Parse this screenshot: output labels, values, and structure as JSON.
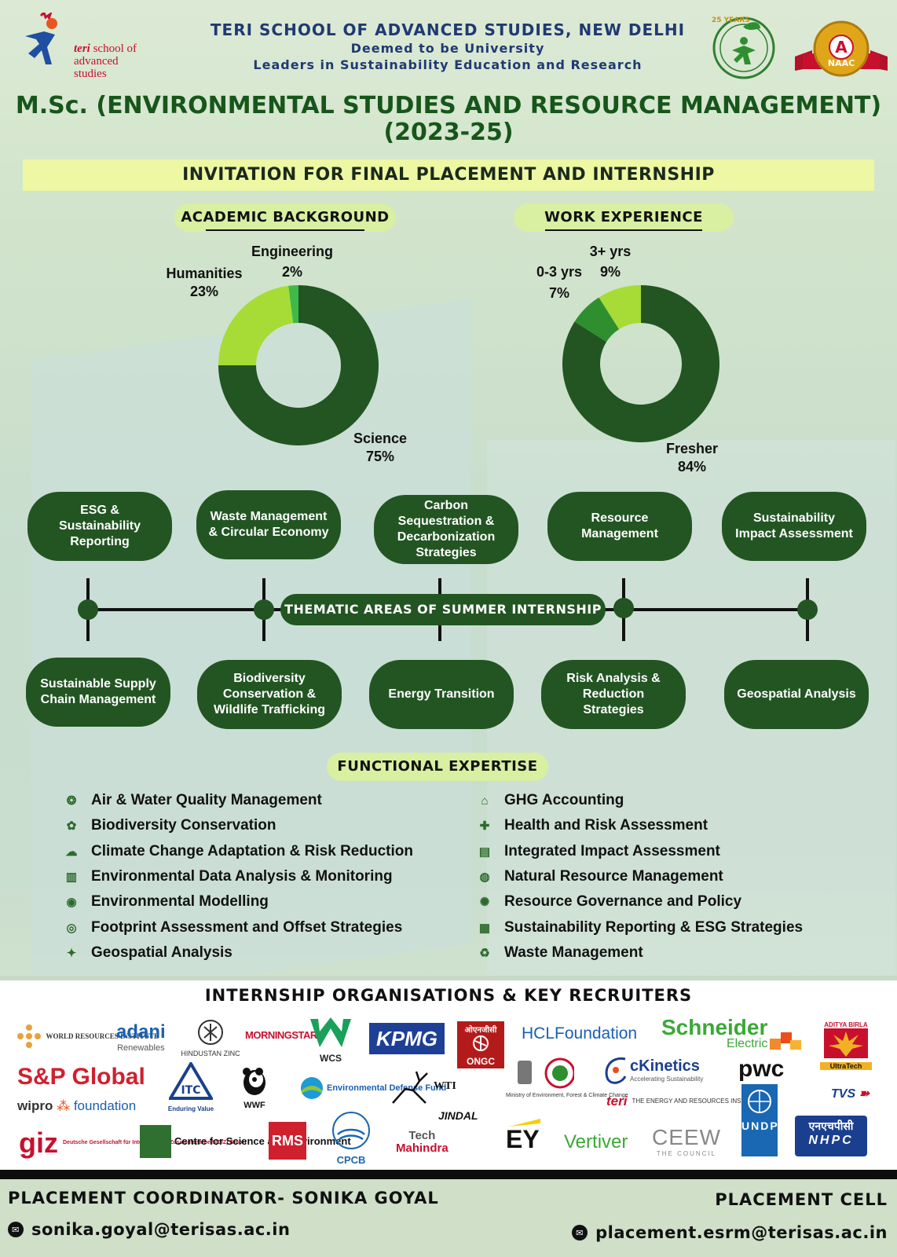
{
  "header": {
    "logo_left_text_1": "teri",
    "logo_left_text_2": "school of",
    "logo_left_text_3": "advanced studies",
    "university": "TERI SCHOOL OF ADVANCED STUDIES, NEW DELHI",
    "deemed": "Deemed to be University",
    "tagline": "Leaders in Sustainability Education and Research",
    "anniversary_logo_text": "25 YEARS",
    "naac_grade": "A",
    "naac_label": "NAAC"
  },
  "title": {
    "line1": "M.Sc. (ENVIRONMENTAL STUDIES AND RESOURCE MANAGEMENT)",
    "line2": "(2023-25)"
  },
  "invitation": "INVITATION FOR FINAL PLACEMENT AND INTERNSHIP",
  "academic": {
    "heading": "ACADEMIC BACKGROUND",
    "labels": {
      "engineering": "Engineering",
      "engineering_pct": "2%",
      "humanities": "Humanities",
      "humanities_pct": "23%",
      "science": "Science",
      "science_pct": "75%"
    }
  },
  "work": {
    "heading": "WORK EXPERIENCE",
    "labels": {
      "senior": "3+ yrs",
      "senior_pct": "9%",
      "junior": "0-3 yrs",
      "junior_pct": "7%",
      "fresher": "Fresher",
      "fresher_pct": "84%"
    }
  },
  "chart_data": [
    {
      "type": "pie",
      "title": "ACADEMIC BACKGROUND",
      "categories": [
        "Science",
        "Humanities",
        "Engineering"
      ],
      "values": [
        75,
        23,
        2
      ],
      "colors": [
        "#225522",
        "#a6dc35",
        "#3fb94a"
      ]
    },
    {
      "type": "pie",
      "title": "WORK EXPERIENCE",
      "categories": [
        "Fresher",
        "0-3 yrs",
        "3+ yrs"
      ],
      "values": [
        84,
        7,
        9
      ],
      "colors": [
        "#225522",
        "#2f8f2f",
        "#a6dc35"
      ]
    }
  ],
  "themes": {
    "top": [
      "ESG & Sustainability Reporting",
      "Waste Management & Circular Economy",
      "Carbon Sequestration & Decarbonization Strategies",
      "Resource Management",
      "Sustainability Impact Assessment"
    ],
    "bottom": [
      "Sustainable Supply Chain Management",
      "Biodiversity Conservation & Wildlife Trafficking",
      "Energy Transition",
      "Risk Analysis & Reduction Strategies",
      "Geospatial Analysis"
    ],
    "timeline_title": "THEMATIC AREAS OF SUMMER INTERNSHIP"
  },
  "expertise": {
    "heading": "FUNCTIONAL EXPERTISE",
    "left": [
      {
        "label": "Air & Water Quality Management",
        "icon": "air-water-icon",
        "glyph": "❂"
      },
      {
        "label": "Biodiversity Conservation",
        "icon": "biodiversity-icon",
        "glyph": "✿"
      },
      {
        "label": "Climate Change Adaptation & Risk Reduction",
        "icon": "climate-icon",
        "glyph": "☁"
      },
      {
        "label": "Environmental Data Analysis & Monitoring",
        "icon": "data-analysis-icon",
        "glyph": "▥"
      },
      {
        "label": "Environmental Modelling",
        "icon": "modelling-icon",
        "glyph": "◉"
      },
      {
        "label": "Footprint Assessment and Offset Strategies",
        "icon": "footprint-icon",
        "glyph": "◎"
      },
      {
        "label": "Geospatial Analysis",
        "icon": "map-icon",
        "glyph": "✦"
      }
    ],
    "right": [
      {
        "label": "GHG Accounting",
        "icon": "ghg-icon",
        "glyph": "⌂"
      },
      {
        "label": "Health and Risk Assessment",
        "icon": "health-icon",
        "glyph": "✚"
      },
      {
        "label": "Integrated Impact Assessment",
        "icon": "document-icon",
        "glyph": "▤"
      },
      {
        "label": "Natural Resource Management",
        "icon": "globe-icon",
        "glyph": "◍"
      },
      {
        "label": "Resource Governance and Policy",
        "icon": "governance-icon",
        "glyph": "✺"
      },
      {
        "label": "Sustainability Reporting & ESG Strategies",
        "icon": "report-icon",
        "glyph": "▦"
      },
      {
        "label": "Waste Management",
        "icon": "recycle-icon",
        "glyph": "♻"
      }
    ]
  },
  "recruiters": {
    "heading": "INTERNSHIP ORGANISATIONS & KEY RECRUITERS",
    "logos": {
      "wri": "WORLD RESOURCES INSTITUTE",
      "adani": "adani",
      "adani_sub": "Renewables",
      "hzl": "HINDUSTAN ZINC",
      "morningstar": "MORNINGSTAR",
      "wcs": "WCS",
      "kpmg": "KPMG",
      "ongc_hi": "ओएनजीसी",
      "ongc": "ONGC",
      "hcl": "HCLFoundation",
      "schneider": "Schneider",
      "schneider_sub": "Electric",
      "birla": "ADITYA BIRLA",
      "ultratech": "UltraTech",
      "sp": "S&P Global",
      "wipro": "wipro",
      "wipro_sub": "foundation",
      "itc": "Enduring Value",
      "wwf": "WWF",
      "edf": "Environmental Defense Fund",
      "wti": "WTI",
      "moef": "Ministry of Environment, Forest & Climate Change",
      "ckinetics": "cKinetics",
      "ckinetics_sub": "Accelerating Sustainability",
      "pwc": "pwc",
      "tvs": "TVS",
      "teri": "teri",
      "teri_text": "THE ENERGY AND RESOURCES INSTITUTE",
      "undp": "UNDP",
      "giz": "giz",
      "giz_sub": "Deutsche Gesellschaft für Internationale Zusammenarbeit (GIZ) GmbH",
      "cse": "Centre for Science and Environment",
      "rms": "RMS",
      "cpcb": "CPCB",
      "techm_1": "Tech",
      "techm_2": "Mahindra",
      "jindal": "JINDAL",
      "ey": "EY",
      "vertiver": "Vertiver",
      "ceew": "CEEW",
      "ceew_sub": "THE COUNCIL",
      "nhpc_hi": "एनएचपीसी",
      "nhpc": "NHPC"
    }
  },
  "footer": {
    "coordinator": "PLACEMENT COORDINATOR- SONIKA GOYAL",
    "coordinator_email": "sonika.goyal@terisas.ac.in",
    "cell": "PLACEMENT CELL",
    "cell_email": "placement.esrm@terisas.ac.in"
  }
}
